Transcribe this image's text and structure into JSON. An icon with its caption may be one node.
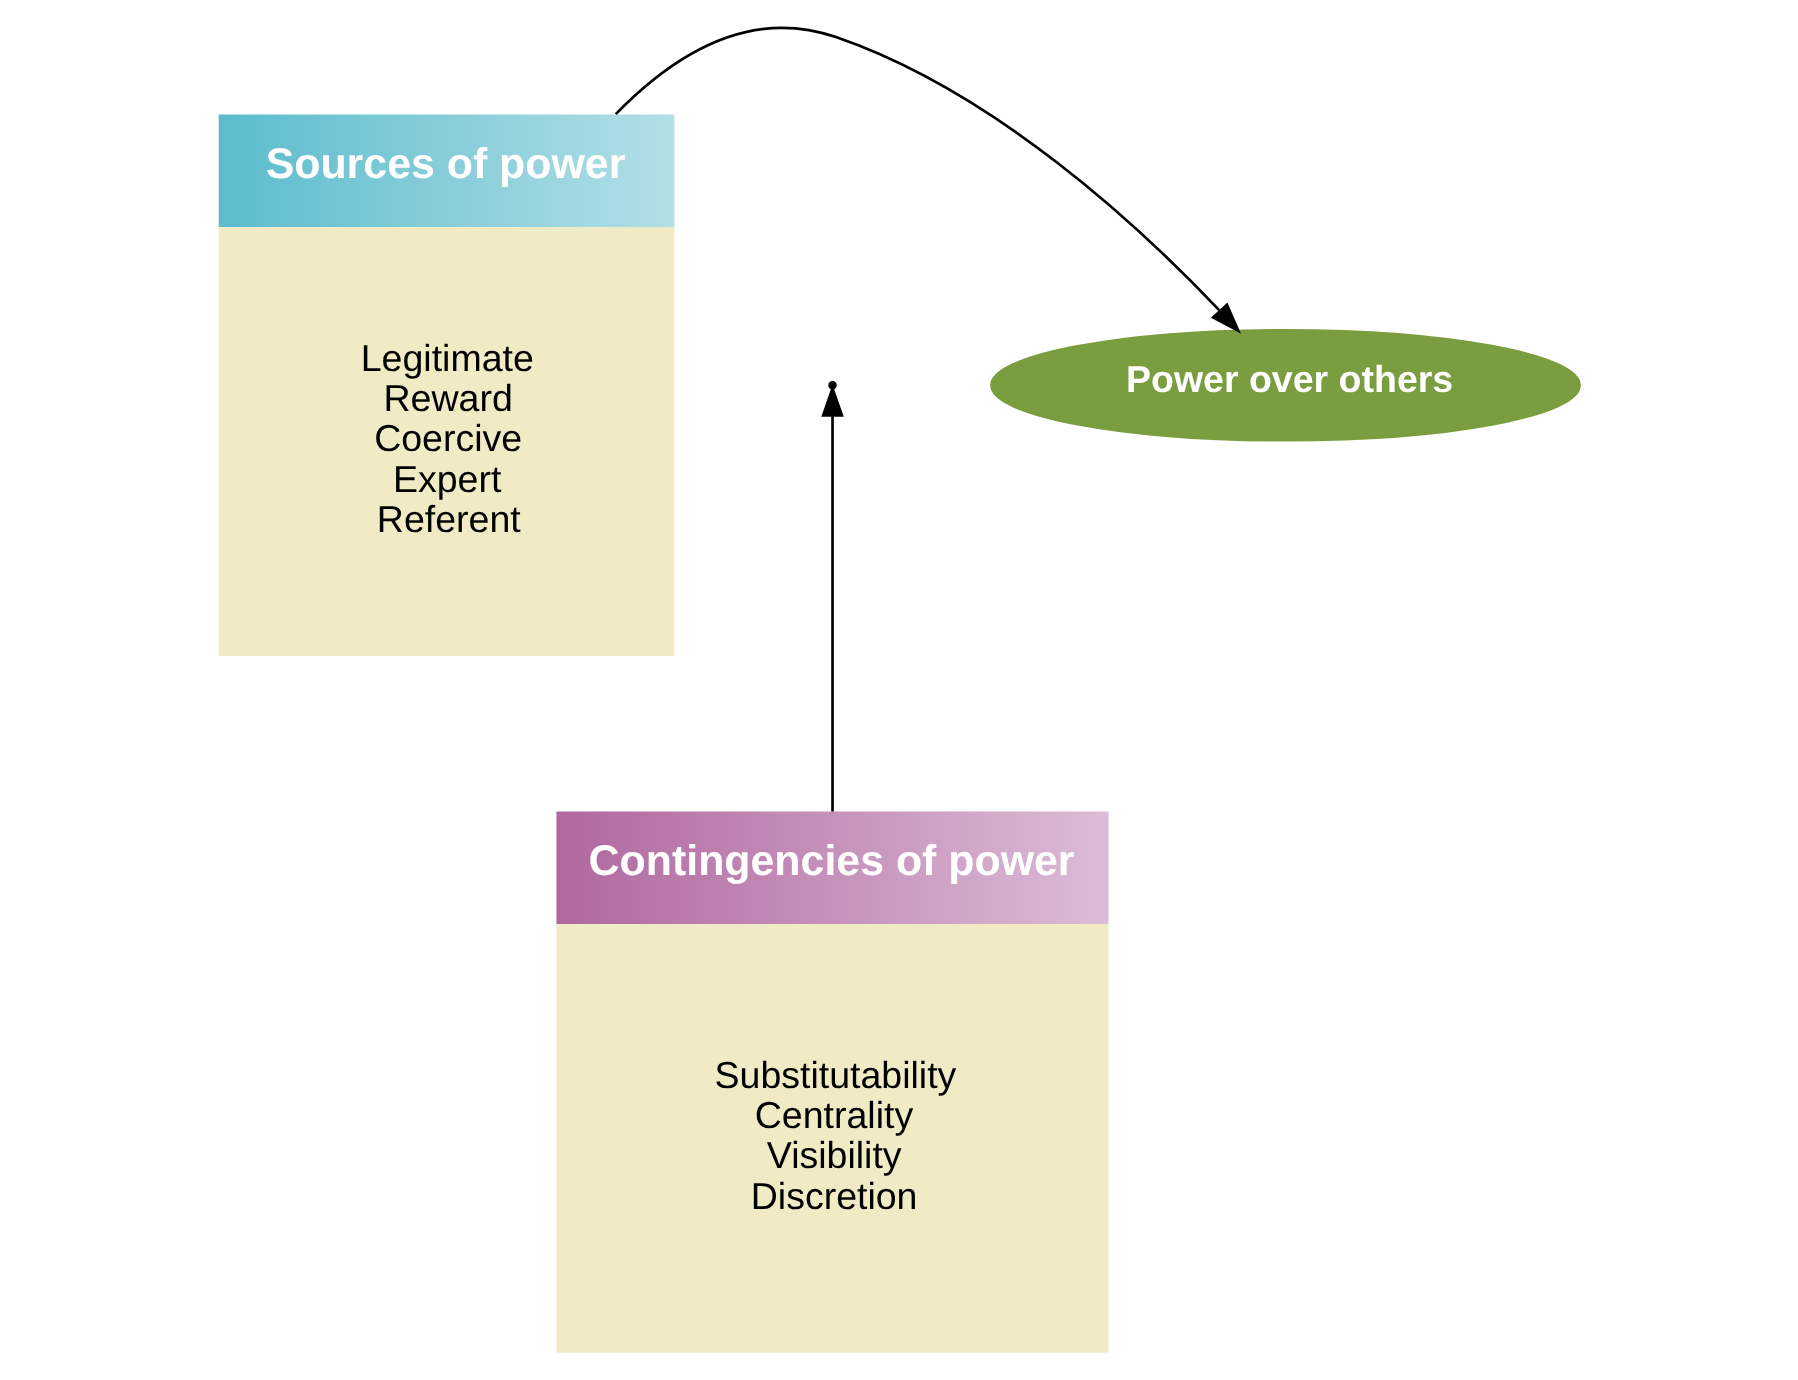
{
  "diagram": {
    "nodes": [
      {
        "text": [
          "Sources of power",
          "Legitimate",
          "Reward",
          "Coercive",
          "Expert",
          "Referent"
        ]
      },
      {
        "text": [
          "Power over others"
        ]
      },
      {
        "text": [
          "Contingencies of power",
          "Substitutability",
          "Centrality",
          "Visibility",
          "Discretion"
        ]
      }
    ],
    "edges": [
      {
        "from": 0,
        "to": 1,
        "arrow": "to"
      },
      {
        "from": 2,
        "to": null,
        "arrow": "to"
      }
    ]
  }
}
